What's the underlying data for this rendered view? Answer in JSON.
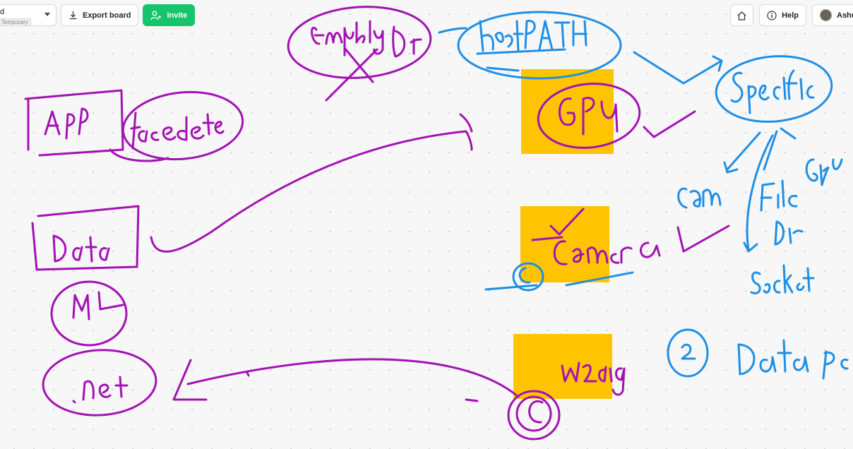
{
  "toolbar": {
    "board_title": "d",
    "board_tag": "Temporary",
    "export_label": "Export board",
    "invite_label": "Invite",
    "help_label": "Help",
    "user_name": "Ashutosh"
  },
  "icons": {
    "dropdown": "chevron-down-icon",
    "export": "download-icon",
    "invite": "add-user-icon",
    "home": "home-icon",
    "help": "info-icon",
    "avatar": "avatar"
  },
  "colors": {
    "sticky": "#ffc400",
    "ink_purple": "#a312b4",
    "ink_blue": "#1e8fe6",
    "invite_green": "#15c46b",
    "canvas": "#f7f7f7"
  },
  "canvas": {
    "handwritten": {
      "purple": [
        "EmptyDir",
        "App",
        "facedete",
        "Data",
        "ML",
        ".net",
        "GPU",
        "Camera",
        "W2aig"
      ],
      "blue": [
        "hostPATH",
        "specific",
        "Cam",
        "File",
        "Dir",
        "Socket",
        "GPU",
        "Data per"
      ]
    },
    "sticky_notes": 3
  }
}
